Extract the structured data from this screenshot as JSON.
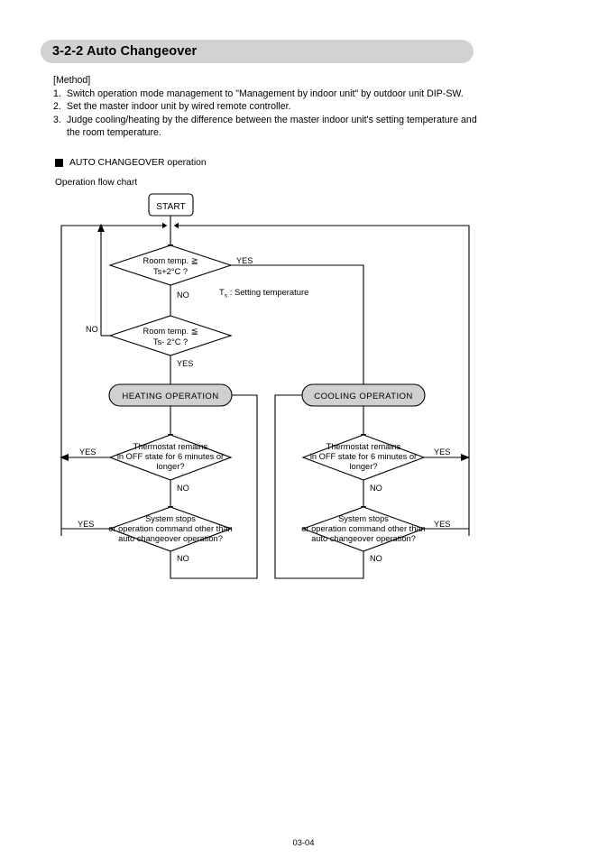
{
  "section": {
    "title": "3-2-2 Auto Changeover",
    "bar_color": "#d2d2d2"
  },
  "method": {
    "label": "[Method]",
    "items": [
      {
        "num": "1.",
        "text": "Switch operation mode management to \"Management by indoor unit\" by outdoor unit DIP-SW."
      },
      {
        "num": "2.",
        "text": "Set the master indoor unit by wired remote controller."
      },
      {
        "num": "3.",
        "text": "Judge cooling/heating by the difference between the master indoor unit's setting temperature and"
      },
      {
        "num": "",
        "text": "the room temperature."
      }
    ]
  },
  "subsection": {
    "bullet": "black-square-bullet",
    "title": "AUTO CHANGEOVER operation",
    "caption": "Operation flow chart"
  },
  "flowchart": {
    "note": {
      "prefix": "T",
      "subscript": "s",
      "suffix": " : Setting temperature"
    },
    "nodes": {
      "start": {
        "label": "START"
      },
      "decision_high": {
        "line1": "Room temp. ≧",
        "line2": "Ts+2°C ?"
      },
      "decision_low": {
        "line1": "Room temp. ≦",
        "line2": "Ts- 2°C ?"
      },
      "heating": {
        "label": "HEATING  OPERATION"
      },
      "cooling": {
        "label": "COOLING  OPERATION"
      },
      "thermostat_left": {
        "line1": "Thermostat remains",
        "line2": "in OFF state for 6 minutes or",
        "line3": "longer?"
      },
      "thermostat_right": {
        "line1": "Thermostat remains",
        "line2": "in OFF state for 6 minutes or",
        "line3": "longer?"
      },
      "system_stop_left": {
        "line1": "System stops",
        "line2": "or operation command other than",
        "line3": "auto changeover operation?"
      },
      "system_stop_right": {
        "line1": "System stops",
        "line2": "or operation command other than",
        "line3": "auto changeover operation?"
      }
    },
    "edge_labels": {
      "high_yes": "YES",
      "high_no": "NO",
      "low_no": "NO",
      "low_yes": "YES",
      "thermo_left_yes": "YES",
      "thermo_left_no": "NO",
      "thermo_right_yes": "YES",
      "thermo_right_no": "NO",
      "stop_left_yes": "YES",
      "stop_left_no": "NO",
      "stop_right_yes": "YES",
      "stop_right_no": "NO"
    }
  },
  "footer": {
    "page": "03-04"
  }
}
